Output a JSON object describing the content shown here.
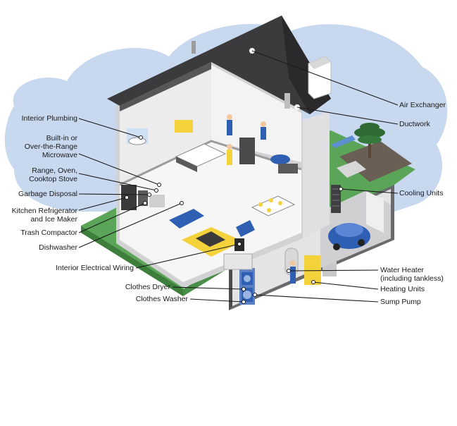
{
  "labels": {
    "interior_plumbing": "Interior Plumbing",
    "microwave": "Built-in or\nOver-the-Range\nMicrowave",
    "range": "Range, Oven,\nCooktop Stove",
    "garbage_disposal": "Garbage Disposal",
    "refrigerator": "Kitchen Refrigerator\nand Ice Maker",
    "trash_compactor": "Trash Compactor",
    "dishwasher": "Dishwasher",
    "electrical_wiring": "Interior Electrical Wiring",
    "clothes_dryer": "Clothes Dryer",
    "clothes_washer": "Clothes Washer",
    "air_exchanger": "Air Exchanger",
    "ductwork": "Ductwork",
    "cooling_units": "Cooling Units",
    "water_heater": "Water Heater\n(including tankless)",
    "heating_units": "Heating Units",
    "sump_pump": "Sump Pump"
  },
  "colors": {
    "sky_cloud": "#c8d8ef",
    "lawn": "#5aa558",
    "roof": "#3b3b3d",
    "wall_light": "#e9e9ea",
    "wall_mid": "#d2d2d4",
    "accent_blue": "#2f5fb3",
    "accent_yellow": "#f3d23b",
    "leader": "#1a1a1a"
  }
}
